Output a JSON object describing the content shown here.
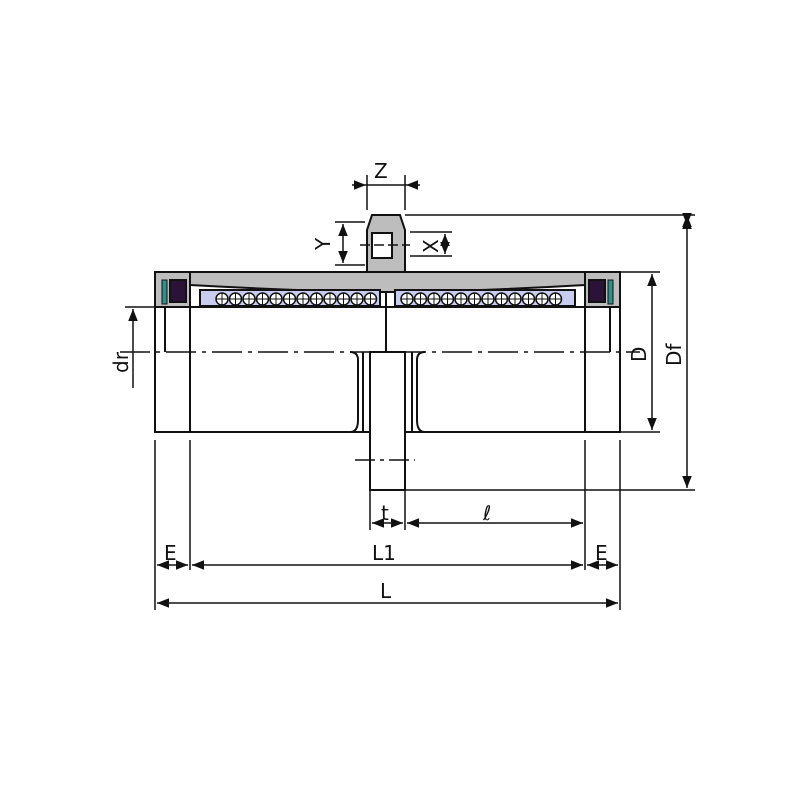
{
  "labels": {
    "z": "Z",
    "y": "Y",
    "x": "X",
    "dr": "dr",
    "d": "D",
    "df": "Df",
    "t": "t",
    "l": "ℓ",
    "e_left": "E",
    "l1": "L1",
    "e_right": "E",
    "l_total": "L"
  },
  "colors": {
    "housing": "#bdbdbd",
    "retainer": "#c8cdf0",
    "seal": "#2a1238",
    "ring": "#2f8f8a",
    "line": "#111111"
  }
}
